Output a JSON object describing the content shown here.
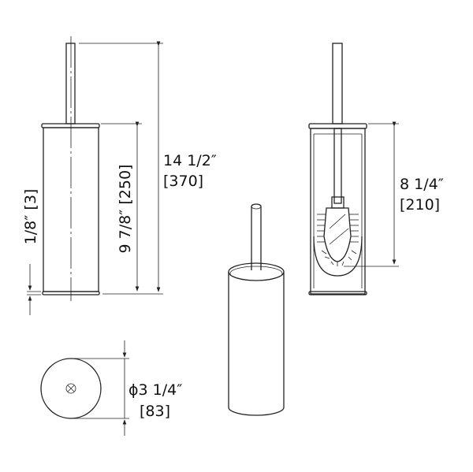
{
  "dimensions": {
    "total_height": {
      "imperial": "14 1/2″",
      "metric": "[370]"
    },
    "body_height": {
      "label": "9 7/8″ [250]"
    },
    "base_thickness": {
      "label": "1/8″ [3]"
    },
    "brush_height": {
      "imperial": "8 1/4″",
      "metric": "[210]"
    },
    "diameter": {
      "imperial": "ϕ3 1/4″",
      "metric": "[83]"
    }
  },
  "colors": {
    "line": "#222222",
    "background": "#ffffff"
  }
}
